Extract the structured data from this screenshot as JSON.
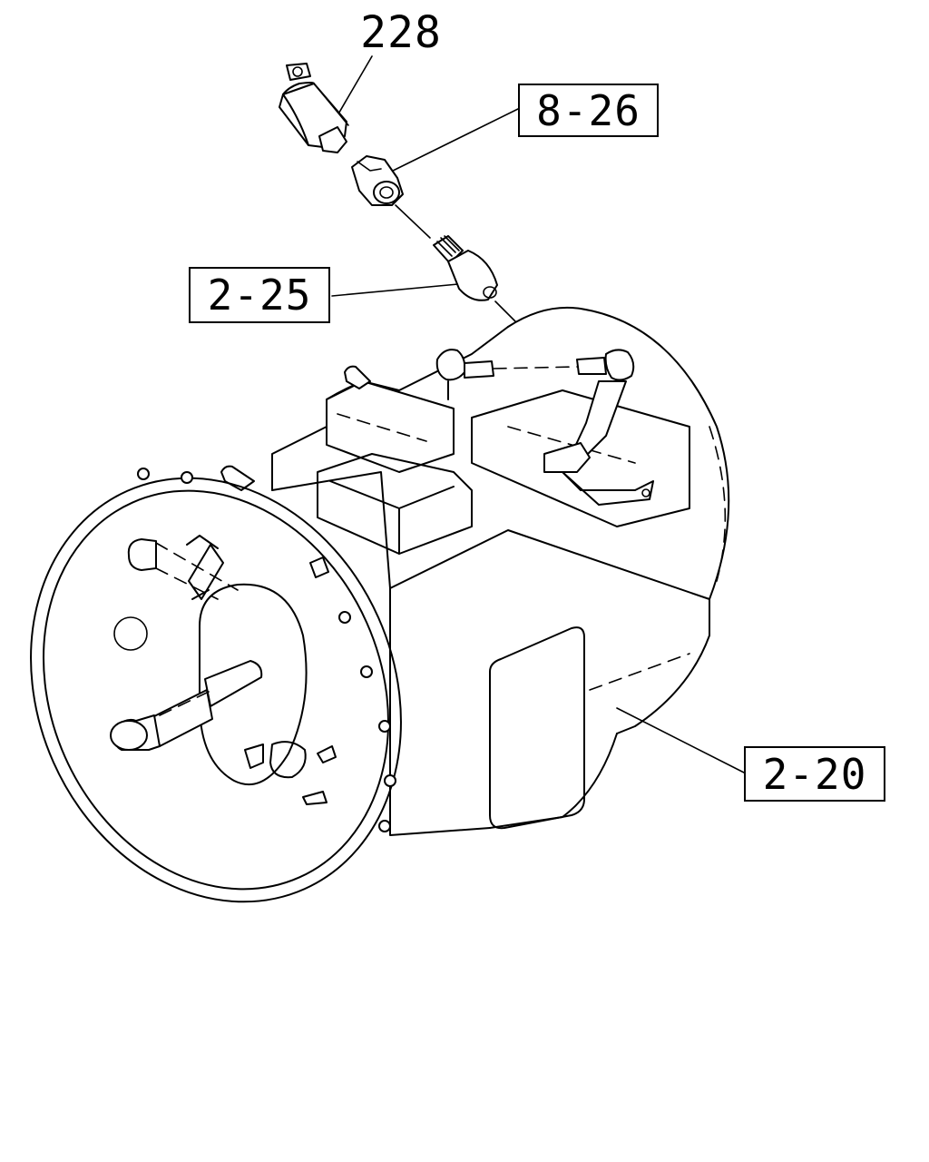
{
  "callouts": {
    "part_228": "228",
    "part_8_26": "8-26",
    "part_2_25": "2-25",
    "part_2_20": "2-20"
  },
  "colors": {
    "line": "#000000",
    "background": "#ffffff"
  }
}
